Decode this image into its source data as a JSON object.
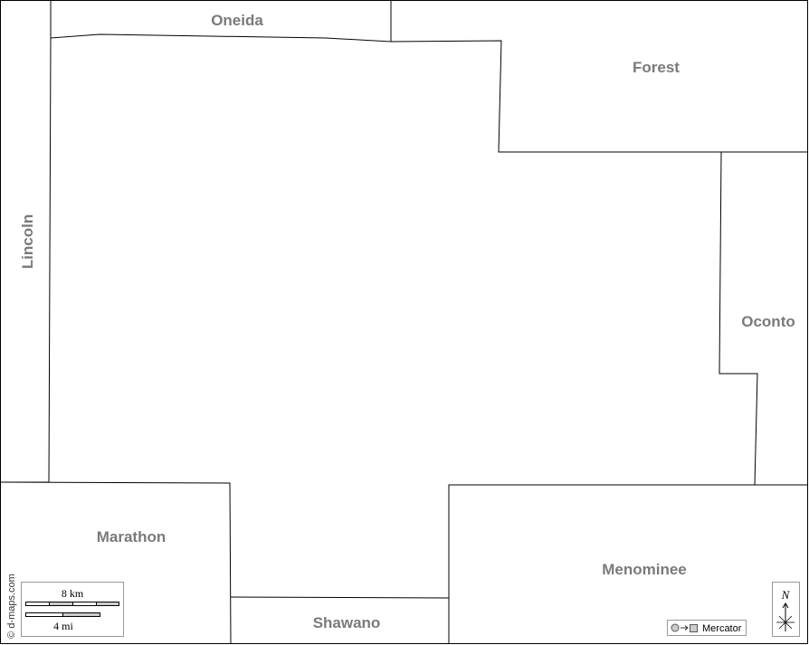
{
  "map": {
    "counties": {
      "oneida": "Oneida",
      "forest": "Forest",
      "lincoln": "Lincoln",
      "oconto": "Oconto",
      "marathon": "Marathon",
      "menominee": "Menominee",
      "shawano": "Shawano"
    },
    "copyright": "© d-maps.com",
    "scale": {
      "km_label": "8 km",
      "mi_label": "4 mi"
    },
    "projection": {
      "label": "Mercator"
    },
    "north_arrow": {
      "label": "N"
    },
    "colors": {
      "label": "#7a7a7a",
      "border": "#000000",
      "background": "#ffffff"
    }
  }
}
